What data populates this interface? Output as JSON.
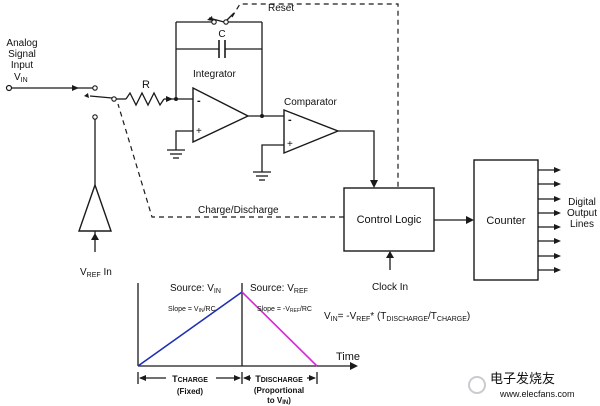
{
  "labels": {
    "analog_1": "Analog",
    "analog_2": "Signal",
    "analog_3": "Input",
    "vin": "V",
    "vin_sub": "IN",
    "reset": "Reset",
    "cap": "C",
    "resistor": "R",
    "integrator": "Integrator",
    "comparator": "Comparator",
    "charge_discharge": "Charge/Discharge",
    "control_logic": "Control Logic",
    "counter": "Counter",
    "clock_in": "Clock In",
    "vref_in": "V",
    "vref_in_sub": "REF",
    "vref_in_suffix": " In",
    "digital_1": "Digital",
    "digital_2": "Output",
    "digital_3": "Lines",
    "minus": "-",
    "plus": "+"
  },
  "graph": {
    "source_vin": "Source: V",
    "source_vin_sub": "IN",
    "source_vref": "Source: V",
    "source_vref_sub": "REF",
    "slope_up": "Slope = V",
    "slope_up_sub": "IN",
    "slope_up_end": "/RC",
    "slope_down": "Slope = -V",
    "slope_down_sub": "REF",
    "slope_down_end": "/RC",
    "time": "Time",
    "tcharge": "T",
    "tcharge_sub": "CHARGE",
    "fixed": "(Fixed)",
    "tdischarge": "T",
    "tdischarge_sub": "DISCHARGE",
    "prop_1": "(Proportional",
    "prop_2": "to V",
    "prop_2_sub": "IN",
    "prop_2_end": ")",
    "charge_color": "#1f2fb5",
    "discharge_color": "#d62ad6"
  },
  "formula": {
    "lhs": "V",
    "lhs_sub": "IN",
    "eq": "= -V",
    "ref_sub": "REF",
    "star": "* (T",
    "dis_sub": "DISCHARGE",
    "slash": "/T",
    "chg_sub": "CHARGE",
    "close": ")"
  },
  "watermark": {
    "text": "电子发烧友",
    "url": "www.elecfans.com"
  }
}
